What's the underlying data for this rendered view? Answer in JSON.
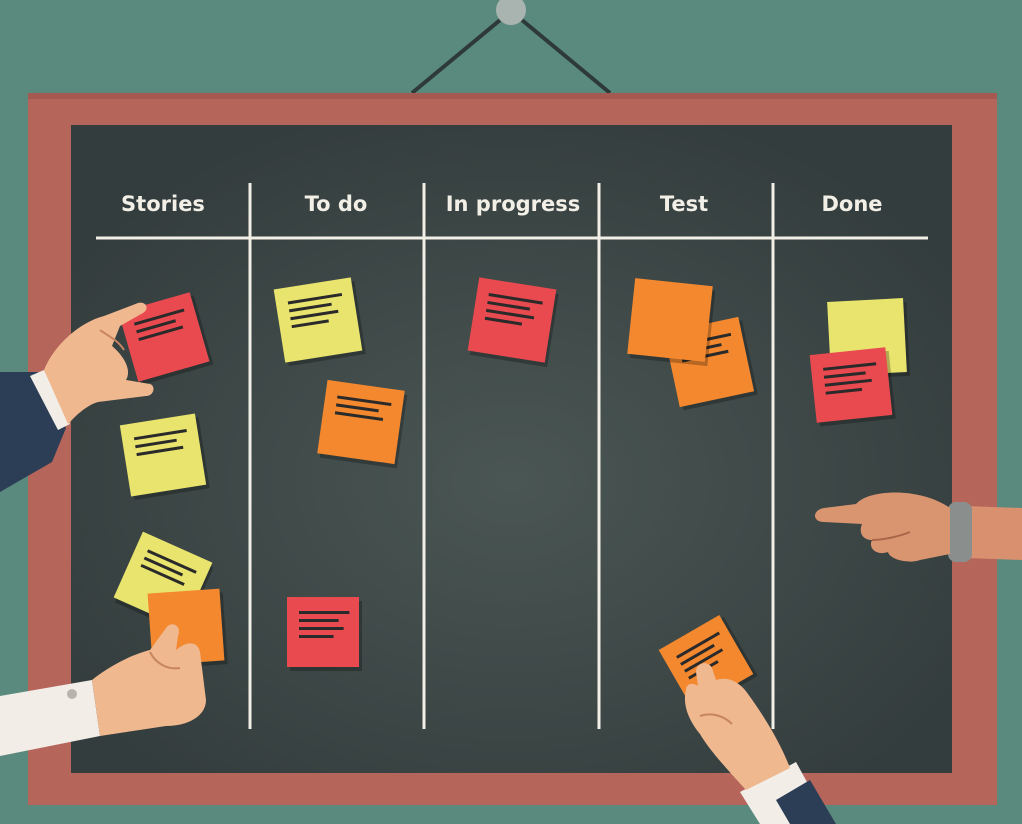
{
  "board": {
    "columns": [
      {
        "label": "Stories"
      },
      {
        "label": "To do"
      },
      {
        "label": "In progress"
      },
      {
        "label": "Test"
      },
      {
        "label": "Done"
      }
    ]
  },
  "colors": {
    "wall": "#5A8A7E",
    "frame": "#B5655A",
    "board": "#3D4747",
    "chalk": "#F2EFE6",
    "note_red": "#E84A4F",
    "note_yellow": "#E9E46E",
    "note_orange": "#F3882F",
    "note_text": "#2A2A2A",
    "skin": "#F0B88F",
    "skin_dark": "#C78462",
    "sleeve_navy": "#2C3E56",
    "cuff_white": "#F2EDE7",
    "watch_gray": "#8A8E8C"
  },
  "cards": [
    {
      "column": "Stories",
      "color": "red",
      "lines": 3
    },
    {
      "column": "Stories",
      "color": "yellow",
      "lines": 3
    },
    {
      "column": "Stories",
      "color": "yellow",
      "lines": 3
    },
    {
      "column": "Stories",
      "color": "orange",
      "lines": 0
    },
    {
      "column": "To do",
      "color": "yellow",
      "lines": 4
    },
    {
      "column": "To do",
      "color": "orange",
      "lines": 3
    },
    {
      "column": "To do",
      "color": "red",
      "lines": 4
    },
    {
      "column": "In progress",
      "color": "red",
      "lines": 4
    },
    {
      "column": "Test",
      "color": "orange",
      "lines": 3
    },
    {
      "column": "Test",
      "color": "orange",
      "lines": 0
    },
    {
      "column": "Test",
      "color": "orange",
      "lines": 4
    },
    {
      "column": "Done",
      "color": "red",
      "lines": 4
    },
    {
      "column": "Done",
      "color": "yellow",
      "lines": 0
    }
  ],
  "icons": {
    "hanger": "hanger-nail-icon",
    "hand": "hand-icon",
    "watch": "wristwatch-icon"
  }
}
